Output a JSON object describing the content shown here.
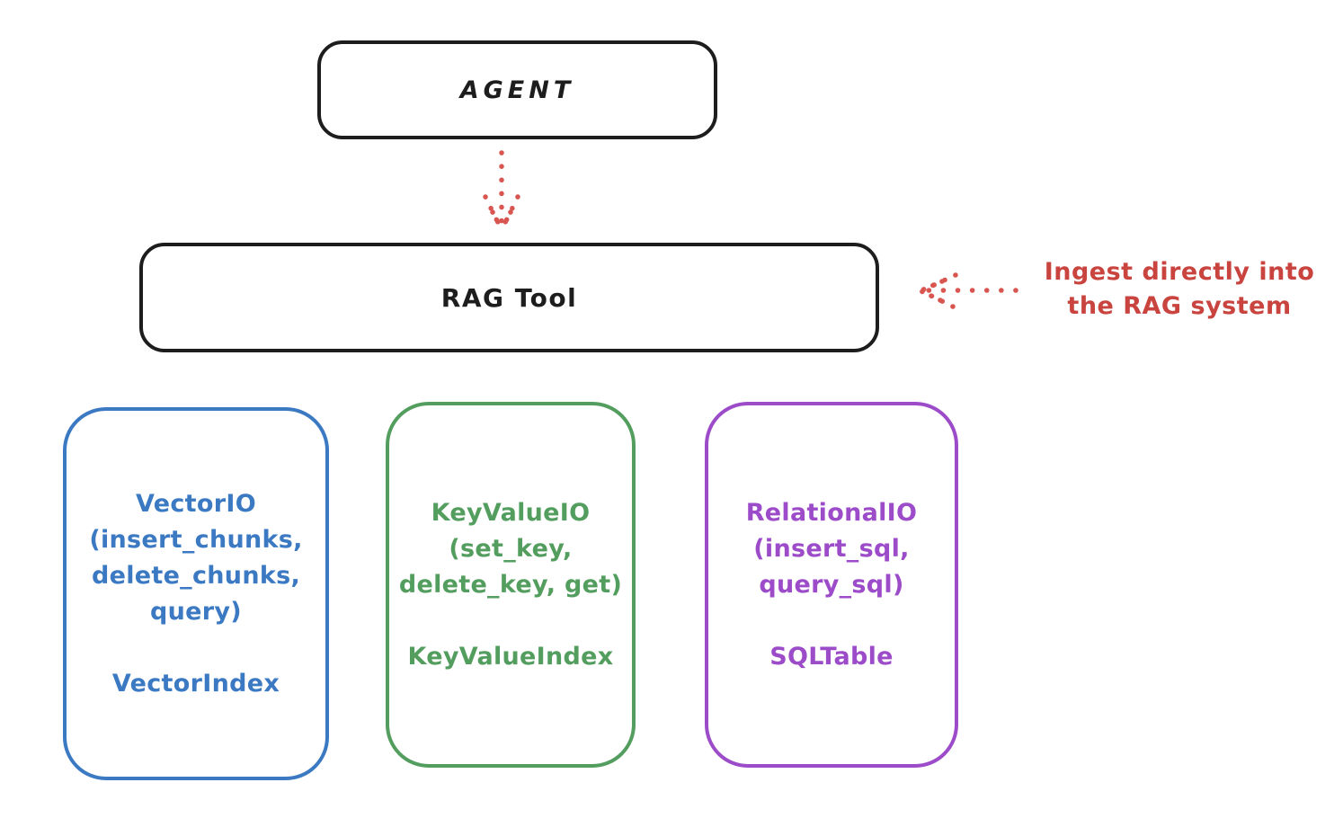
{
  "diagram": {
    "background_color": "#ffffff",
    "ink_color": "#1d1d1d",
    "agent": {
      "label": "AGENT"
    },
    "rag_tool": {
      "label": "RAG Tool"
    },
    "annotation": {
      "line1": "Ingest directly into",
      "line2": "the RAG system",
      "color": "#c9443f"
    },
    "arrows": [
      {
        "name": "agent-to-rag-tool",
        "style": "dotted",
        "direction": "down",
        "color": "#d95550"
      },
      {
        "name": "annotation-to-rag-tool",
        "style": "dotted",
        "direction": "left",
        "color": "#d95550"
      }
    ],
    "cards": [
      {
        "title": "VectorIO",
        "params": [
          "(insert_chunks,",
          "delete_chunks,",
          "query)"
        ],
        "index": "VectorIndex",
        "color": "#3b79c3"
      },
      {
        "title": "KeyValueIO",
        "params": [
          "(set_key,",
          "delete_key, get)"
        ],
        "index": "KeyValueIndex",
        "color": "#539e5f"
      },
      {
        "title": "RelationalIO",
        "params": [
          "(insert_sql,",
          "query_sql)"
        ],
        "index": "SQLTable",
        "color": "#9c4bc9"
      }
    ]
  }
}
